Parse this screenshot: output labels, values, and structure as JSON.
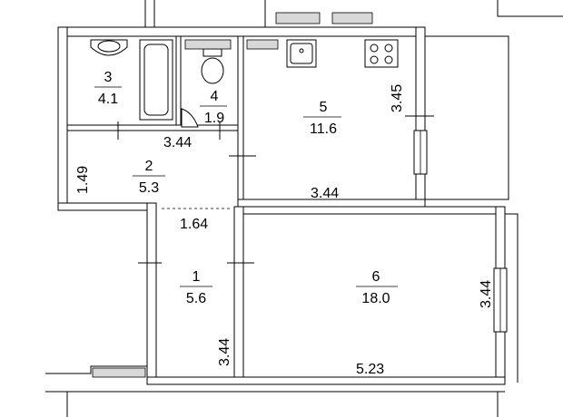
{
  "rooms": [
    {
      "number": "1",
      "area": "5.6"
    },
    {
      "number": "2",
      "area": "5.3"
    },
    {
      "number": "3",
      "area": "4.1"
    },
    {
      "number": "4",
      "area": "1.9"
    },
    {
      "number": "5",
      "area": "11.6"
    },
    {
      "number": "6",
      "area": "18.0"
    }
  ],
  "dimensions": {
    "room5_height": "3.45",
    "room5_width": "3.44",
    "corridor_top_width": "3.44",
    "corridor_height": "1.49",
    "hall_width": "1.64",
    "hall_length": "3.44",
    "room6_height": "3.44",
    "room6_width": "5.23"
  },
  "icons": [
    "bathtub-icon",
    "sink-icon",
    "toilet-icon",
    "stove-icon",
    "counter-icon",
    "radiator-icon"
  ]
}
